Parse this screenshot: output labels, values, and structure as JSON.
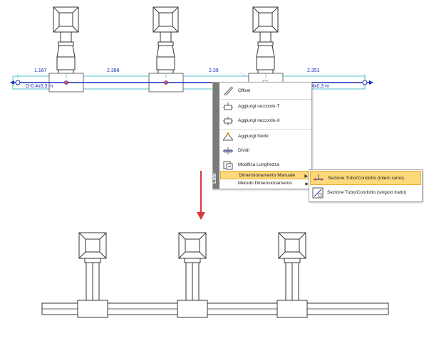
{
  "dimensions": {
    "d1": "1.167",
    "d2": "2.386",
    "d3": "2.39",
    "d4": "2.351",
    "pipe_left": "D-0.4x0.3 m",
    "pipe_right": "4x0.3 m"
  },
  "context_menu": {
    "strip_label": "Lato",
    "items": [
      {
        "label": "Offset",
        "icon": "offset-icon"
      },
      {
        "label": "Aggiungi raccordo-T",
        "icon": "tee-fitting-icon"
      },
      {
        "label": "Aggiungi raccordo-X",
        "icon": "cross-fitting-icon"
      },
      {
        "label": "Aggiungi Nodo",
        "icon": "node-icon"
      },
      {
        "label": "Dividi",
        "icon": "split-icon"
      },
      {
        "label": "Modifica Lunghezza",
        "icon": "length-icon"
      },
      {
        "label": "Dimensionamento Manuale",
        "icon": "",
        "submenu": true,
        "highlighted": true
      },
      {
        "label": "Metodo Dimensionamento",
        "icon": "",
        "submenu": true
      }
    ]
  },
  "submenu": {
    "items": [
      {
        "label": "Sezione Tubo/Condotto (intero ramo)",
        "icon": "whole-branch-icon",
        "highlighted": true
      },
      {
        "label": "Sezione Tubo/Condotto (singolo tratto)",
        "icon": "single-segment-icon"
      }
    ]
  },
  "colors": {
    "dimension_text": "#1c2cb8",
    "duct_line": "#1a2fb5",
    "duct_outline": "#2ab3c9",
    "arrow": "#d9383a",
    "highlight": "#fdd97c"
  }
}
